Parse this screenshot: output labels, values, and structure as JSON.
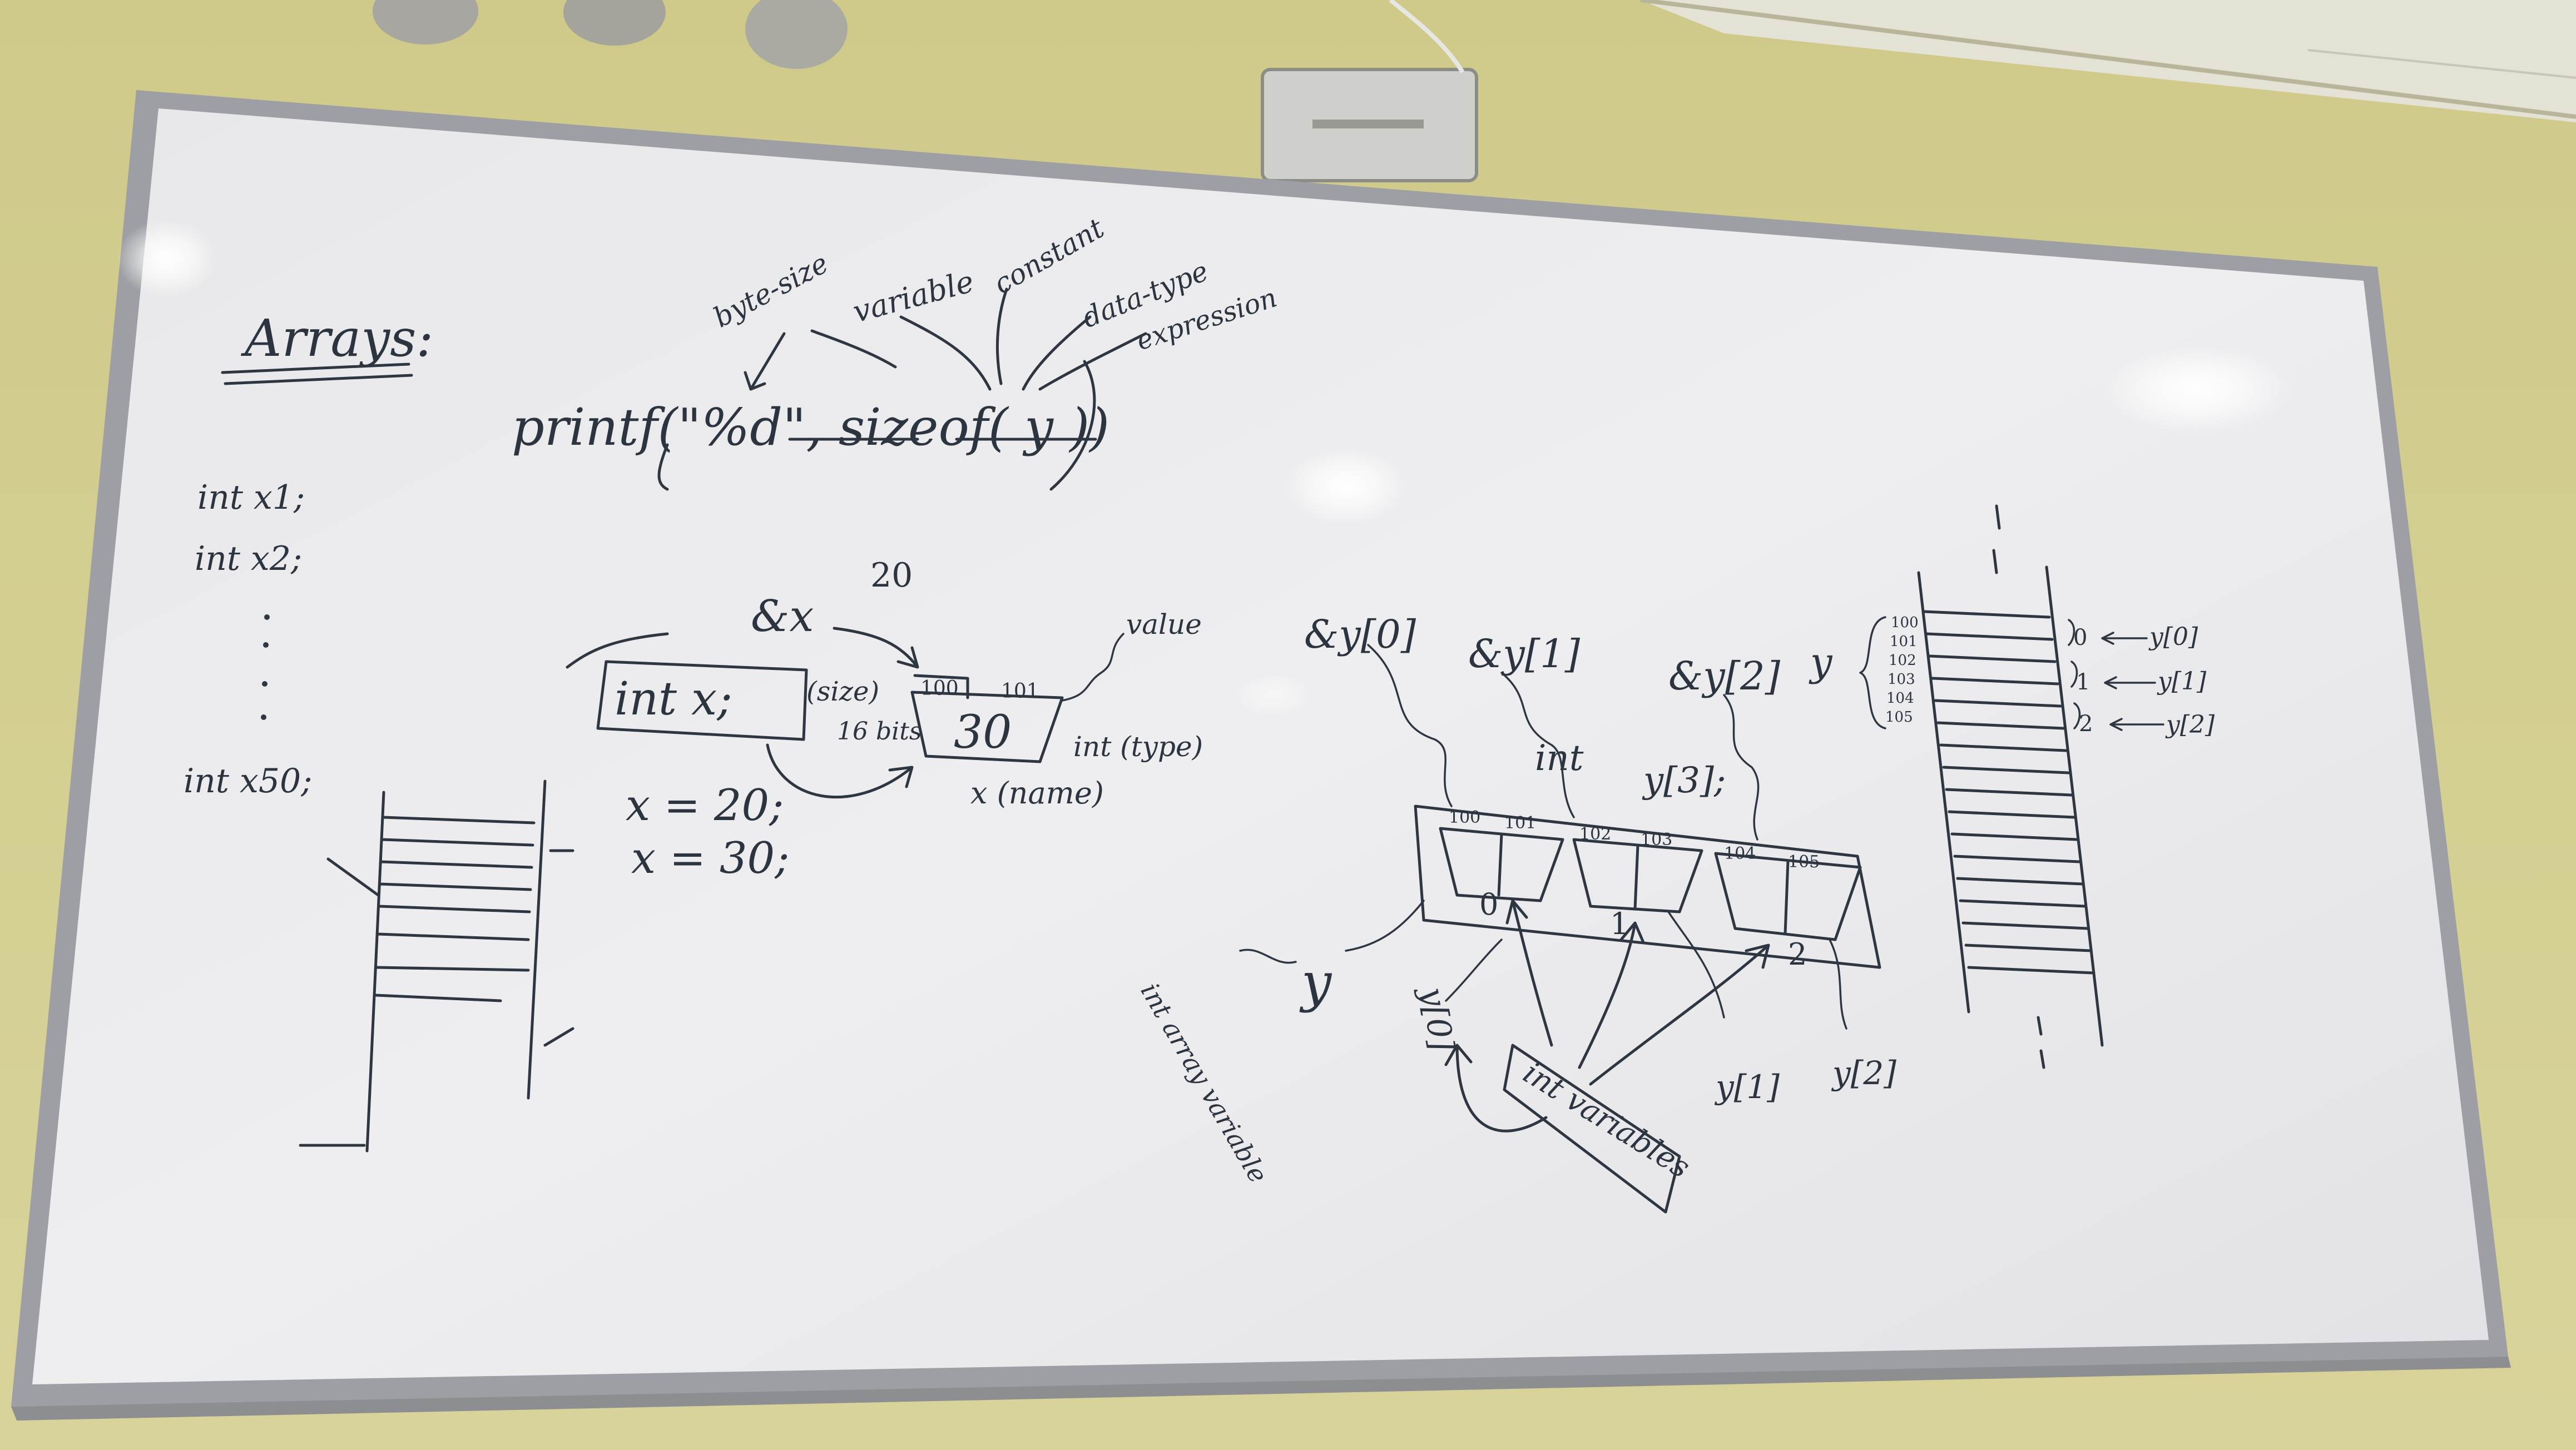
{
  "board": {
    "title": "Arrays:",
    "printf_line": "printf(\"%d\", sizeof( y ))",
    "sizeof_annotations": [
      "byte-size",
      "variable",
      "constant",
      "data-type",
      "expression"
    ],
    "left_declarations": [
      "int   x1;",
      "int   x2;",
      "int   x50;"
    ],
    "number_top": "20",
    "variable_box": {
      "address_of": "&x",
      "declaration": "int   x;",
      "size_label": "(size)",
      "bits_label": "16 bits",
      "addresses": [
        "100",
        "101"
      ],
      "value": "30",
      "value_label": "value",
      "type_label": "int (type)",
      "name_label": "x (name)",
      "assignments": [
        "x = 20;",
        "x = 30;"
      ]
    },
    "array_diagram": {
      "address_labels": [
        "&y[0]",
        "&y[1]",
        "&y[2]"
      ],
      "y_label": "y",
      "int_label": "int",
      "declaration": "y[3];",
      "cell_addresses": [
        "100",
        "101",
        "102",
        "103",
        "104",
        "105"
      ],
      "indices": [
        "0",
        "1",
        "2"
      ],
      "element_labels": [
        "y[0]",
        "y[1]",
        "y[2]"
      ],
      "array_variable_label": "int array variable",
      "int_variables_label": "int variables"
    },
    "memory_column": {
      "addresses": [
        "100",
        "101",
        "102",
        "103",
        "104",
        "105"
      ],
      "indices": [
        "0",
        "1",
        "2"
      ],
      "element_labels": [
        "y[0]",
        "y[1]",
        "y[2]"
      ]
    }
  }
}
